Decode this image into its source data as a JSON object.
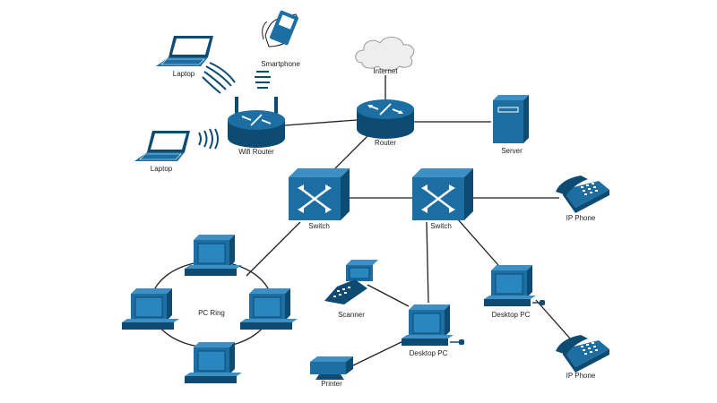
{
  "diagram": {
    "labels": {
      "laptop_top": "Laptop",
      "smartphone": "Smartphone",
      "internet": "Internet",
      "wifi_router": "Wifi Router",
      "router": "Router",
      "server": "Server",
      "laptop_bottom": "Laptop",
      "switch_left": "Switch",
      "switch_right": "Switch",
      "ip_phone_top": "IP Phone",
      "pc_ring": "PC Ring",
      "scanner": "Scanner",
      "desktop_pc_center": "Desktop PC",
      "desktop_pc_right": "Desktop PC",
      "printer": "Printer",
      "ip_phone_bottom": "IP Phone"
    },
    "colors": {
      "device": "#1d6fa3",
      "device_dark": "#0e4b73",
      "device_light": "#3d8fc4",
      "cloud": "#e8e8e8",
      "link": "#1f1f1f"
    },
    "icons": [
      "laptop-icon",
      "smartphone-icon",
      "cloud-icon",
      "wifi-router-icon",
      "router-icon",
      "server-icon",
      "switch-icon",
      "ip-phone-icon",
      "desktop-pc-icon",
      "scanner-icon",
      "printer-icon",
      "wifi-signal-icon"
    ]
  }
}
